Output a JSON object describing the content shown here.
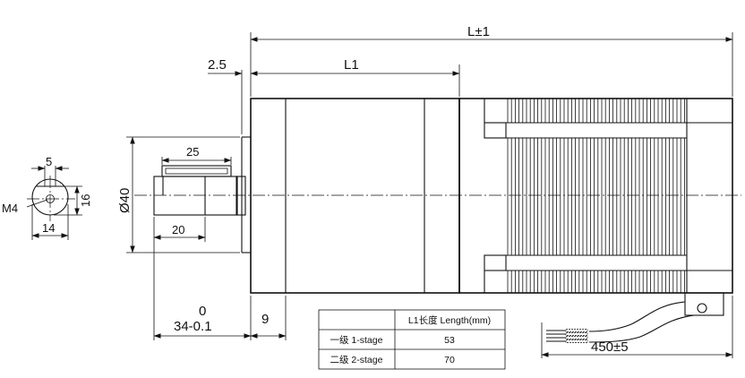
{
  "dimensions": {
    "overall_length": "L±1",
    "flange_offset": "2.5",
    "body_length": "L1",
    "shaft_key_width": "5",
    "shaft_flat_height": "16",
    "thread": "M4",
    "shaft_dia_bottom": "14",
    "key_length": "25",
    "pilot_diameter": "Ø40",
    "key_offset": "20",
    "shaft_length_upper": "0",
    "shaft_length_lower": "34-0.1",
    "flange_thickness": "9",
    "lead_length": "450±5"
  },
  "table": {
    "header_col1": "",
    "header_col2": "L1长度 Length(mm)",
    "rows": [
      {
        "stage": "一级 1-stage",
        "length": "53"
      },
      {
        "stage": "二级 2-stage",
        "length": "70"
      }
    ]
  }
}
